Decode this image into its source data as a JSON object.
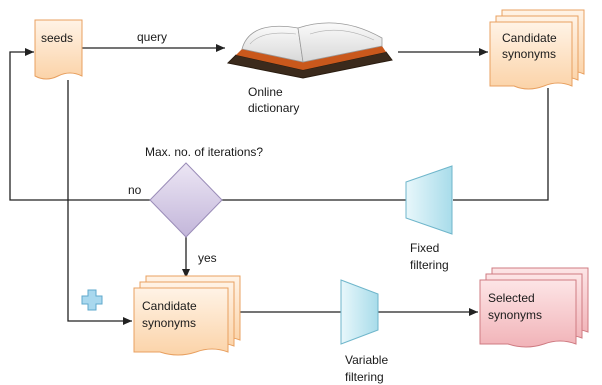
{
  "labels": {
    "seeds": "seeds",
    "query": "query",
    "online_dictionary_1": "Online",
    "online_dictionary_2": "dictionary",
    "candidate_top_1": "Candidate",
    "candidate_top_2": "synonyms",
    "max_iterations": "Max. no. of iterations?",
    "no": "no",
    "yes": "yes",
    "fixed_filtering_1": "Fixed",
    "fixed_filtering_2": "filtering",
    "candidate_bottom_1": "Candidate",
    "candidate_bottom_2": "synonyms",
    "variable_filtering_1": "Variable",
    "variable_filtering_2": "filtering",
    "selected_1": "Selected",
    "selected_2": "synonyms"
  },
  "colors": {
    "doc_orange_fill": "#fde3c4",
    "doc_orange_stroke": "#e8a060",
    "doc_pink_fill": "#f6c9cc",
    "doc_pink_stroke": "#cf7b82",
    "diamond_fill": "#d6cde6",
    "diamond_stroke": "#9a8cb8",
    "filter_fill": "#c8e9f2",
    "filter_stroke": "#6fb6cb",
    "plus_fill": "#a9d8ee",
    "line": "#222222"
  },
  "icons": {
    "book": "open-book-icon",
    "plus": "plus-icon"
  }
}
